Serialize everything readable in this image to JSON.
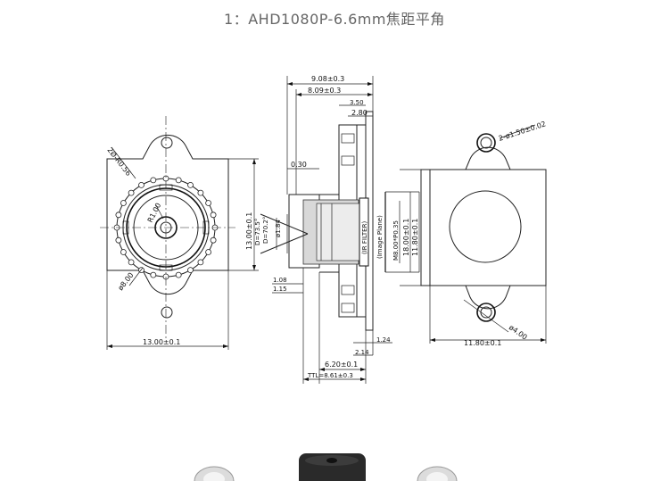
{
  "title": "1：AHD1080P-6.6mm焦距平角",
  "dims": {
    "d_908": "9.08±0.3",
    "d_809": "8.09±0.3",
    "d_350": "3.50",
    "d_280": "2.80",
    "d_030": "0.30",
    "d_r056": "2Ø-R0.56",
    "d_r100": "R1.00",
    "d_dia800": "ø8.00",
    "d_1300v": "13.00±0.1",
    "d_1300h": "13.00±0.1",
    "d_d735": "D=73.5°",
    "d_d702": "D=70.2°",
    "d_dia184": "ø1.84",
    "d_108": "1.08",
    "d_115": "1.15",
    "d_ir": "(IR FILTER)",
    "d_img": "(Image Plane)",
    "d_m8": "M8.00*P0.35",
    "d_1800": "18.00±0.1",
    "d_1180v": "11.80±0.1",
    "d_124": "1.24",
    "d_214": "2.14",
    "d_620": "6.20±0.1",
    "d_ttl": "TTL=8.61±0.3",
    "d_dia150": "2-ø1.50±0.02",
    "d_dia400": "ø4.00",
    "d_1180h": "11.80±0.1"
  }
}
